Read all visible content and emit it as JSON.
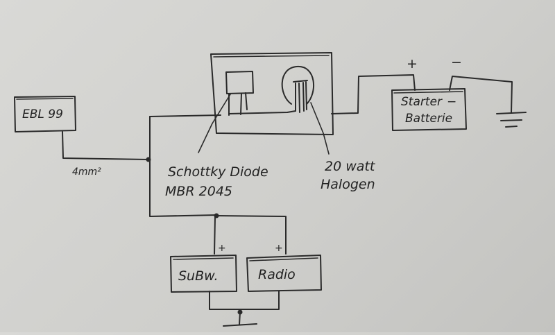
{
  "diagram": {
    "components": {
      "ebl": {
        "label": "EBL 99"
      },
      "wire": {
        "label": "4mm²"
      },
      "diode": {
        "label_line1": "Schottky Diode",
        "label_line2": "MBR 2045"
      },
      "lamp": {
        "label_line1": "20 watt",
        "label_line2": "Halogen"
      },
      "battery": {
        "label_line1": "Starter",
        "label_line2": "Batterie",
        "plus": "+",
        "minus": "−",
        "inner_minus": "−"
      },
      "subwoofer": {
        "label": "SuBw.",
        "plus": "+"
      },
      "radio": {
        "label": "Radio",
        "plus": "+"
      }
    }
  }
}
